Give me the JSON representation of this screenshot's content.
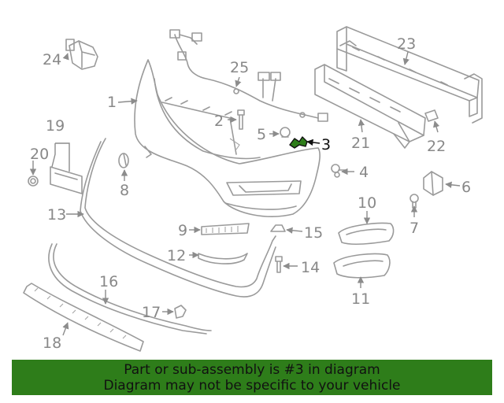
{
  "diagram": {
    "highlight_color": "#2e7d1a",
    "highlighted_callout": "3",
    "callouts": [
      "1",
      "2",
      "3",
      "4",
      "5",
      "6",
      "7",
      "8",
      "9",
      "10",
      "11",
      "12",
      "13",
      "14",
      "15",
      "16",
      "17",
      "18",
      "19",
      "20",
      "21",
      "22",
      "23",
      "24",
      "25"
    ]
  },
  "banner": {
    "background": "#2e7d1a",
    "line1": "Part or sub-assembly is #3 in diagram",
    "line2": "Diagram may not be specific to your vehicle"
  }
}
